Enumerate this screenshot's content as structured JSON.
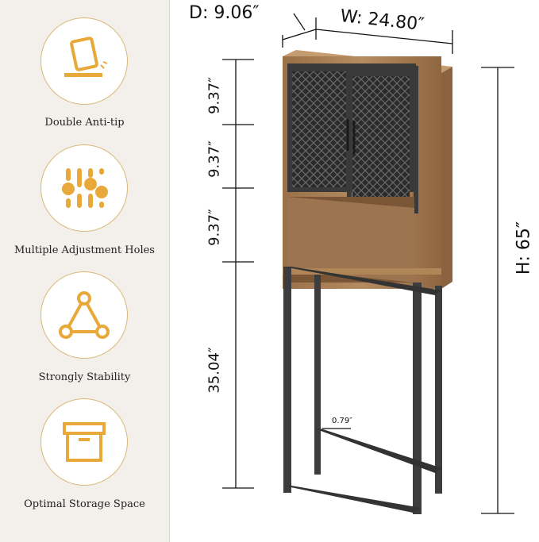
{
  "features": [
    {
      "label": "Double Anti-tip",
      "icon": "anti-tip-icon"
    },
    {
      "label": "Multiple Adjustment Holes",
      "icon": "adjustment-sliders-icon"
    },
    {
      "label": "Strongly Stability",
      "icon": "triangle-stability-icon"
    },
    {
      "label": "Optimal Storage Space",
      "icon": "storage-box-icon"
    }
  ],
  "dimensions": {
    "depth": "D: 9.06″",
    "width": "W: 24.80″",
    "height": "H: 65″",
    "shelf1": "9.37″",
    "shelf2": "9.37″",
    "shelf3": "9.37″",
    "legs": "35.04″",
    "tube": "0.79″"
  },
  "colors": {
    "accent": "#e8a93a",
    "wood": "#a47a52",
    "metal": "#3a3a3a"
  }
}
